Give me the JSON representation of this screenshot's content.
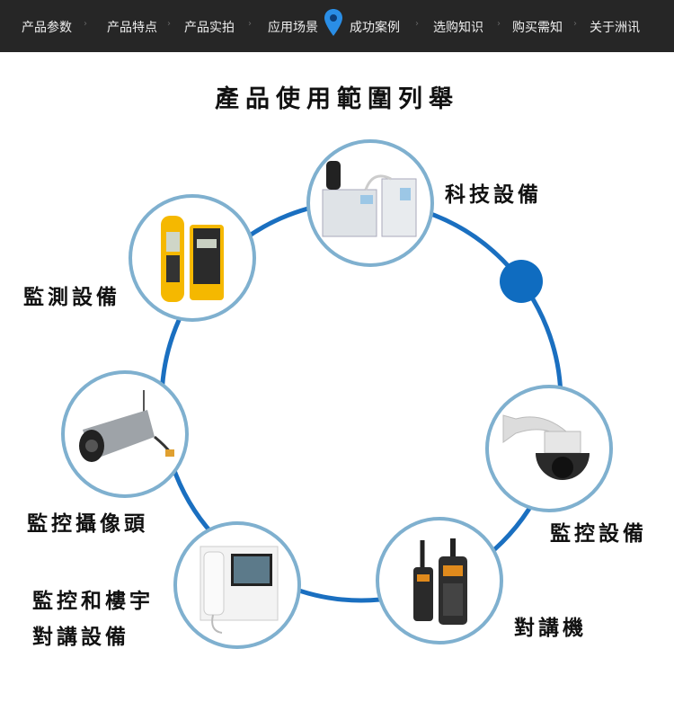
{
  "nav": {
    "items": [
      "产品参数",
      "产品特点",
      "产品实拍",
      "应用场景",
      "成功案例",
      "选购知识",
      "购买需知",
      "关于洲讯"
    ],
    "active_marker": "location-pin-icon"
  },
  "title": "產品使用範圍列舉",
  "colors": {
    "ring": "#1a6fc0",
    "node_border": "#7fb0cf",
    "dot": "#0f6cc0",
    "nav_bg": "#262626"
  },
  "categories": [
    {
      "label": "科技設備",
      "icon": "lab-equipment-icon"
    },
    {
      "label": "監測設備",
      "icon": "cable-tester-icon"
    },
    {
      "label": "監控攝像頭",
      "icon": "bullet-camera-icon"
    },
    {
      "label_line1": "監控和樓宇",
      "label_line2": "對講設備",
      "icon": "intercom-icon"
    },
    {
      "label": "對講機",
      "icon": "walkie-talkie-icon"
    },
    {
      "label": "監控設備",
      "icon": "dome-camera-icon"
    }
  ]
}
